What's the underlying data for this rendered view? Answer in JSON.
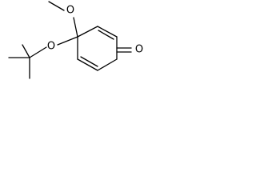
{
  "molecule": {
    "atoms": {
      "methoxy_oxygen": "O",
      "ether_oxygen": "O",
      "carbonyl_oxygen": "O"
    },
    "colors": {
      "bond": "#000000",
      "background": "#ffffff"
    }
  }
}
